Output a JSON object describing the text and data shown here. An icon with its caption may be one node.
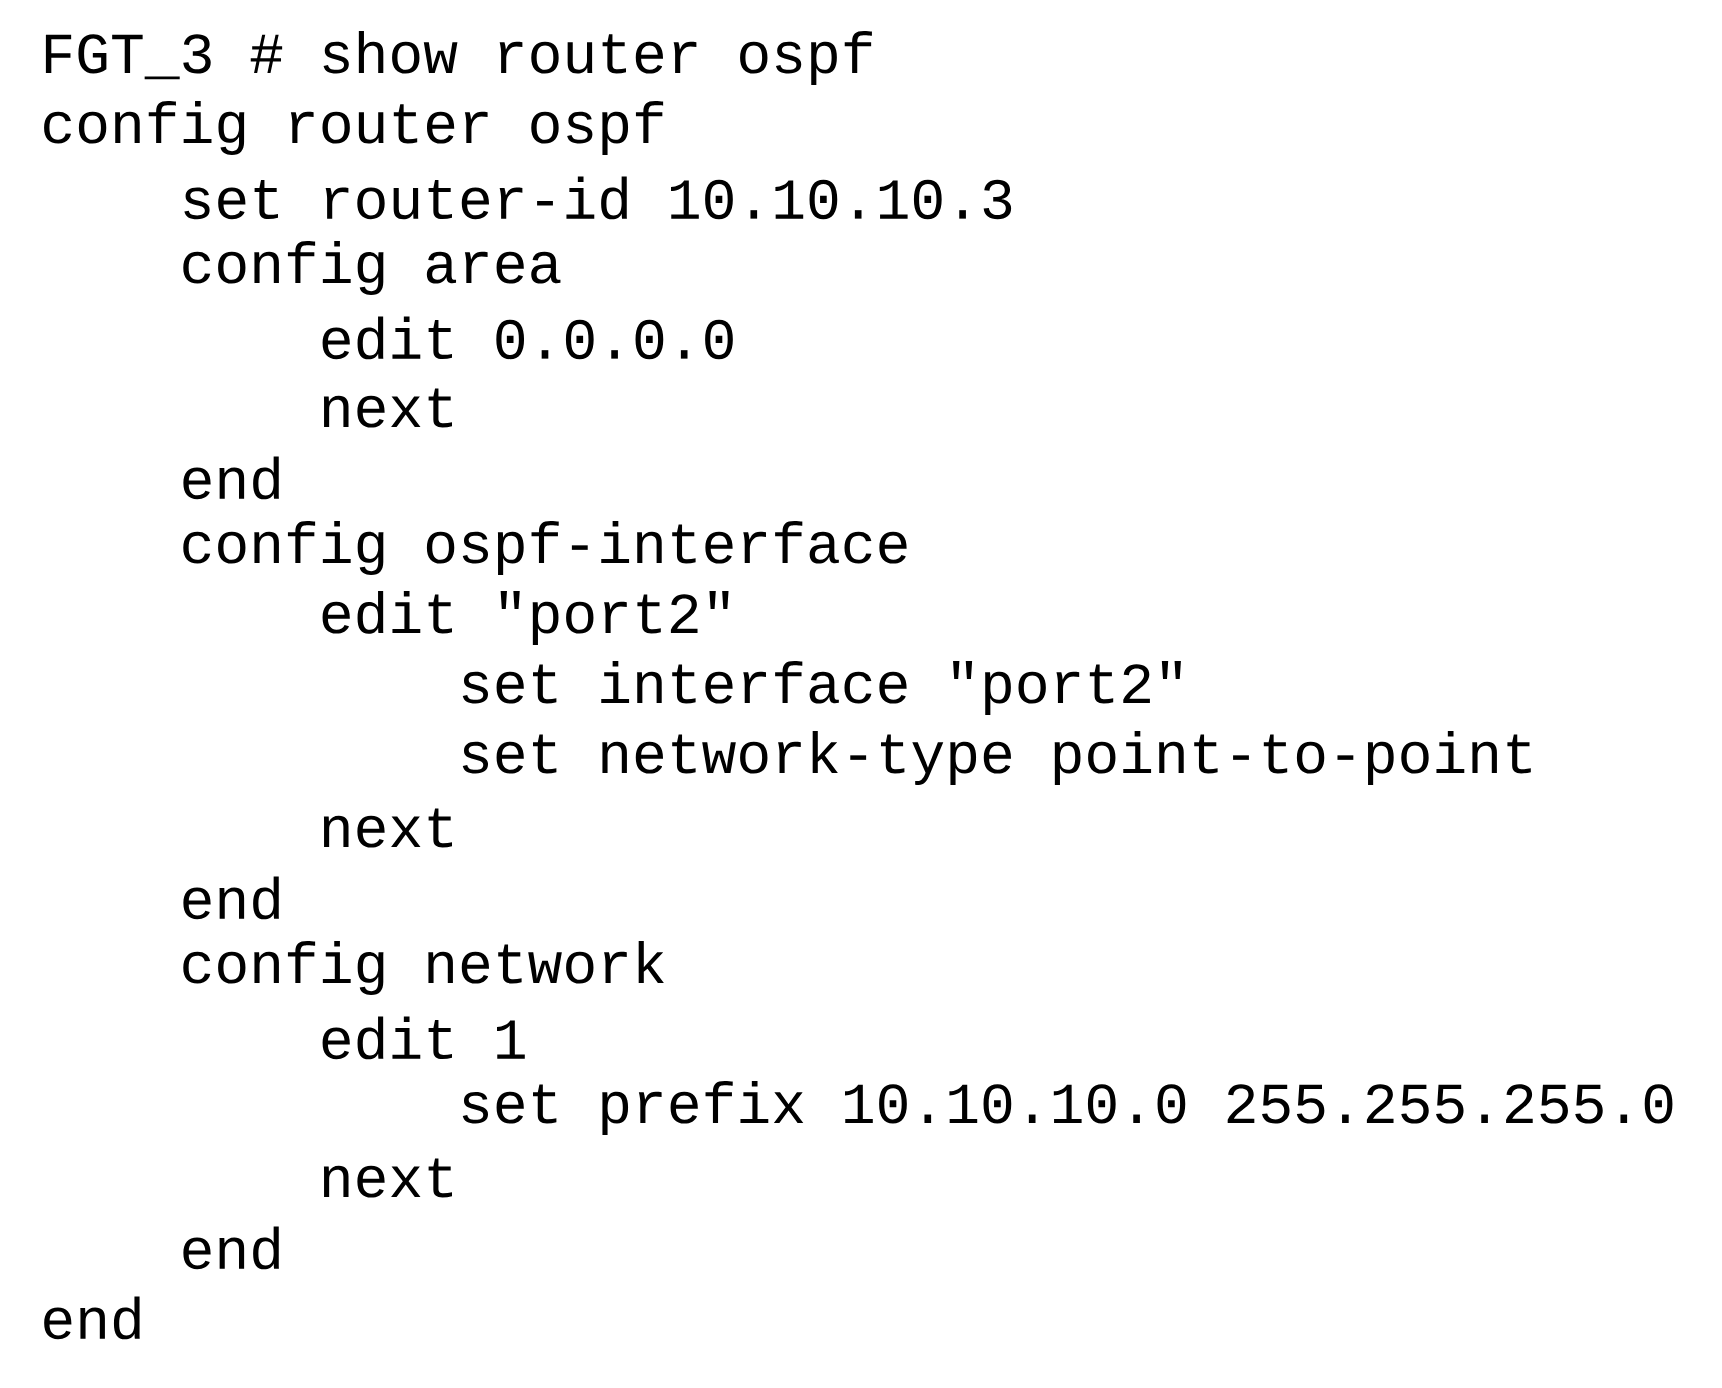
{
  "diagram": {
    "labels": [
      "FGT_3 # show router ospf",
      "config router ospf",
      "set router-id 10.10.10.3",
      "config area",
      "edit 0.0.0.0",
      "next",
      "end",
      "config ospf-interface",
      "edit \"port2\"",
      "set interface \"port2\"",
      "set network-type point-to-point",
      "next",
      "end",
      "config network",
      "edit 1",
      "set prefix 10.10.10.0 255.255.255.0",
      "next",
      "end",
      "end"
    ]
  }
}
